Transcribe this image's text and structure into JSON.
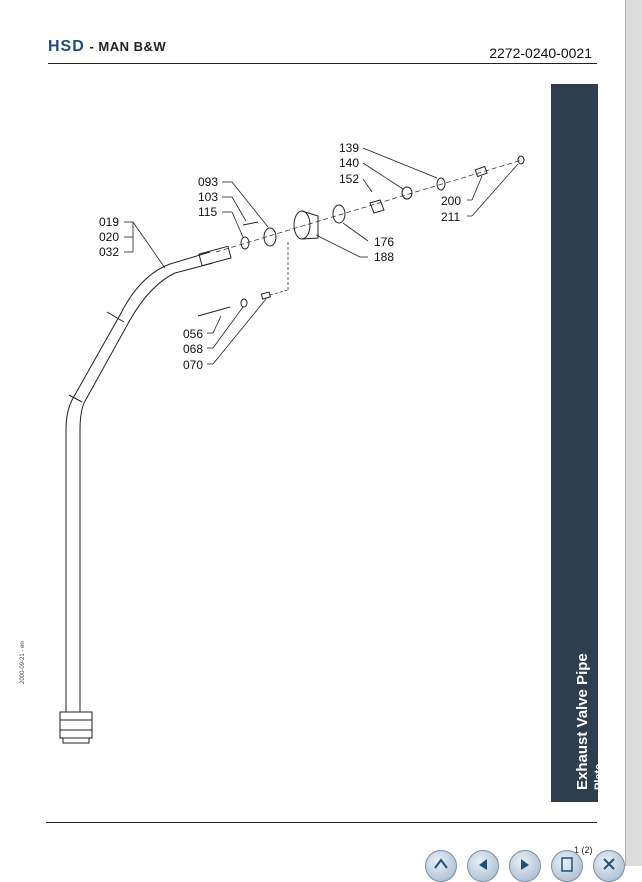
{
  "header": {
    "brand_hsd": "HSD",
    "brand_man": "- MAN B&W",
    "document_number": "2272-0240-0021"
  },
  "side_panel": {
    "title": "Exhaust Valve Pipe",
    "subtitle": "Plate",
    "color": "#2f3e4f"
  },
  "date_stamp": "2000-09-21 - en",
  "page_indicator": "1 (2)",
  "callouts": {
    "c139": "139",
    "c140": "140",
    "c152": "152",
    "c093": "093",
    "c103": "103",
    "c115": "115",
    "c019": "019",
    "c020": "020",
    "c032": "032",
    "c176": "176",
    "c188": "188",
    "c200": "200",
    "c211": "211",
    "c056": "056",
    "c068": "068",
    "c070": "070"
  },
  "nav_buttons": [
    "home-icon",
    "previous-icon",
    "next-icon",
    "page-icon",
    "close-icon"
  ]
}
